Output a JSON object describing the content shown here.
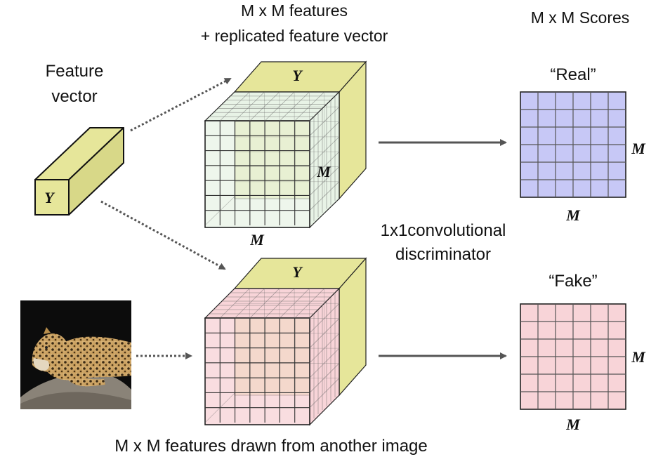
{
  "labels": {
    "top_cube_line1": "M x M features",
    "top_cube_line2": "+ replicated feature vector",
    "scores_title": "M x M Scores",
    "feature_vector_line1": "Feature",
    "feature_vector_line2": "vector",
    "real": "“Real”",
    "fake": "“Fake”",
    "discriminator_line1": "1x1convolutional",
    "discriminator_line2": "discriminator",
    "bottom_caption": "M x M features drawn from another image"
  },
  "symbols": {
    "feature_y": "Y",
    "top_cube_y": "Y",
    "top_cube_m_side": "M",
    "top_cube_m_bottom": "M",
    "bottom_cube_y": "Y",
    "real_m_side": "M",
    "real_m_bottom": "M",
    "fake_m_side": "M",
    "fake_m_bottom": "M"
  },
  "image": {
    "subject": "leopard-photo"
  },
  "colors": {
    "feature_yellow": "#e6e69a",
    "feature_yellow_dark": "#c8c86a",
    "real_blue": "#c7c8f6",
    "fake_pink": "#f8d4d8",
    "cube_green": "#e8f3e6",
    "cube_pink": "#f8d4d8",
    "arrow_gray": "#555555"
  }
}
